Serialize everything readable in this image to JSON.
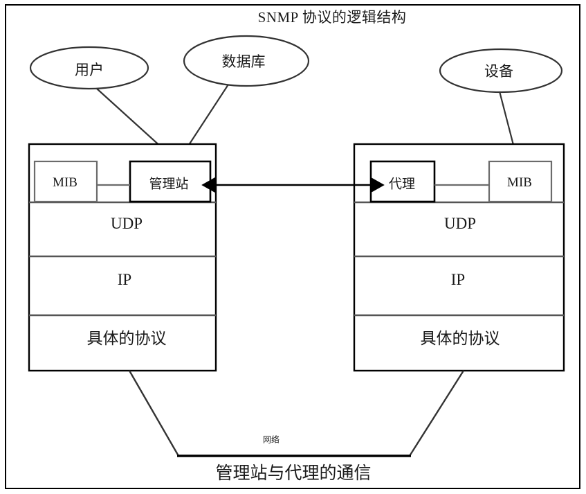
{
  "diagram": {
    "title": "SNMP 协议的逻辑结构",
    "caption": "管理站与代理的通信",
    "network_label": "网络",
    "ellipses": [
      {
        "id": "user",
        "label": "用户"
      },
      {
        "id": "database",
        "label": "数据库"
      },
      {
        "id": "device",
        "label": "设备"
      }
    ],
    "stacks": [
      {
        "id": "manager",
        "top_boxes": [
          {
            "id": "manager-mib",
            "label": "MIB"
          },
          {
            "id": "manager-station",
            "label": "管理站"
          }
        ],
        "layers": [
          {
            "id": "manager-udp",
            "label": "UDP"
          },
          {
            "id": "manager-ip",
            "label": "IP"
          },
          {
            "id": "manager-proto",
            "label": "具体的协议"
          }
        ]
      },
      {
        "id": "agent",
        "top_boxes": [
          {
            "id": "agent-agent",
            "label": "代理"
          },
          {
            "id": "agent-mib",
            "label": "MIB"
          }
        ],
        "layers": [
          {
            "id": "agent-udp",
            "label": "UDP"
          },
          {
            "id": "agent-ip",
            "label": "IP"
          },
          {
            "id": "agent-proto",
            "label": "具体的协议"
          }
        ]
      }
    ],
    "colors": {
      "stroke": "#000000",
      "thin_stroke": "#5a5a5a",
      "text": "#1a1a1a",
      "background": "#ffffff"
    }
  }
}
